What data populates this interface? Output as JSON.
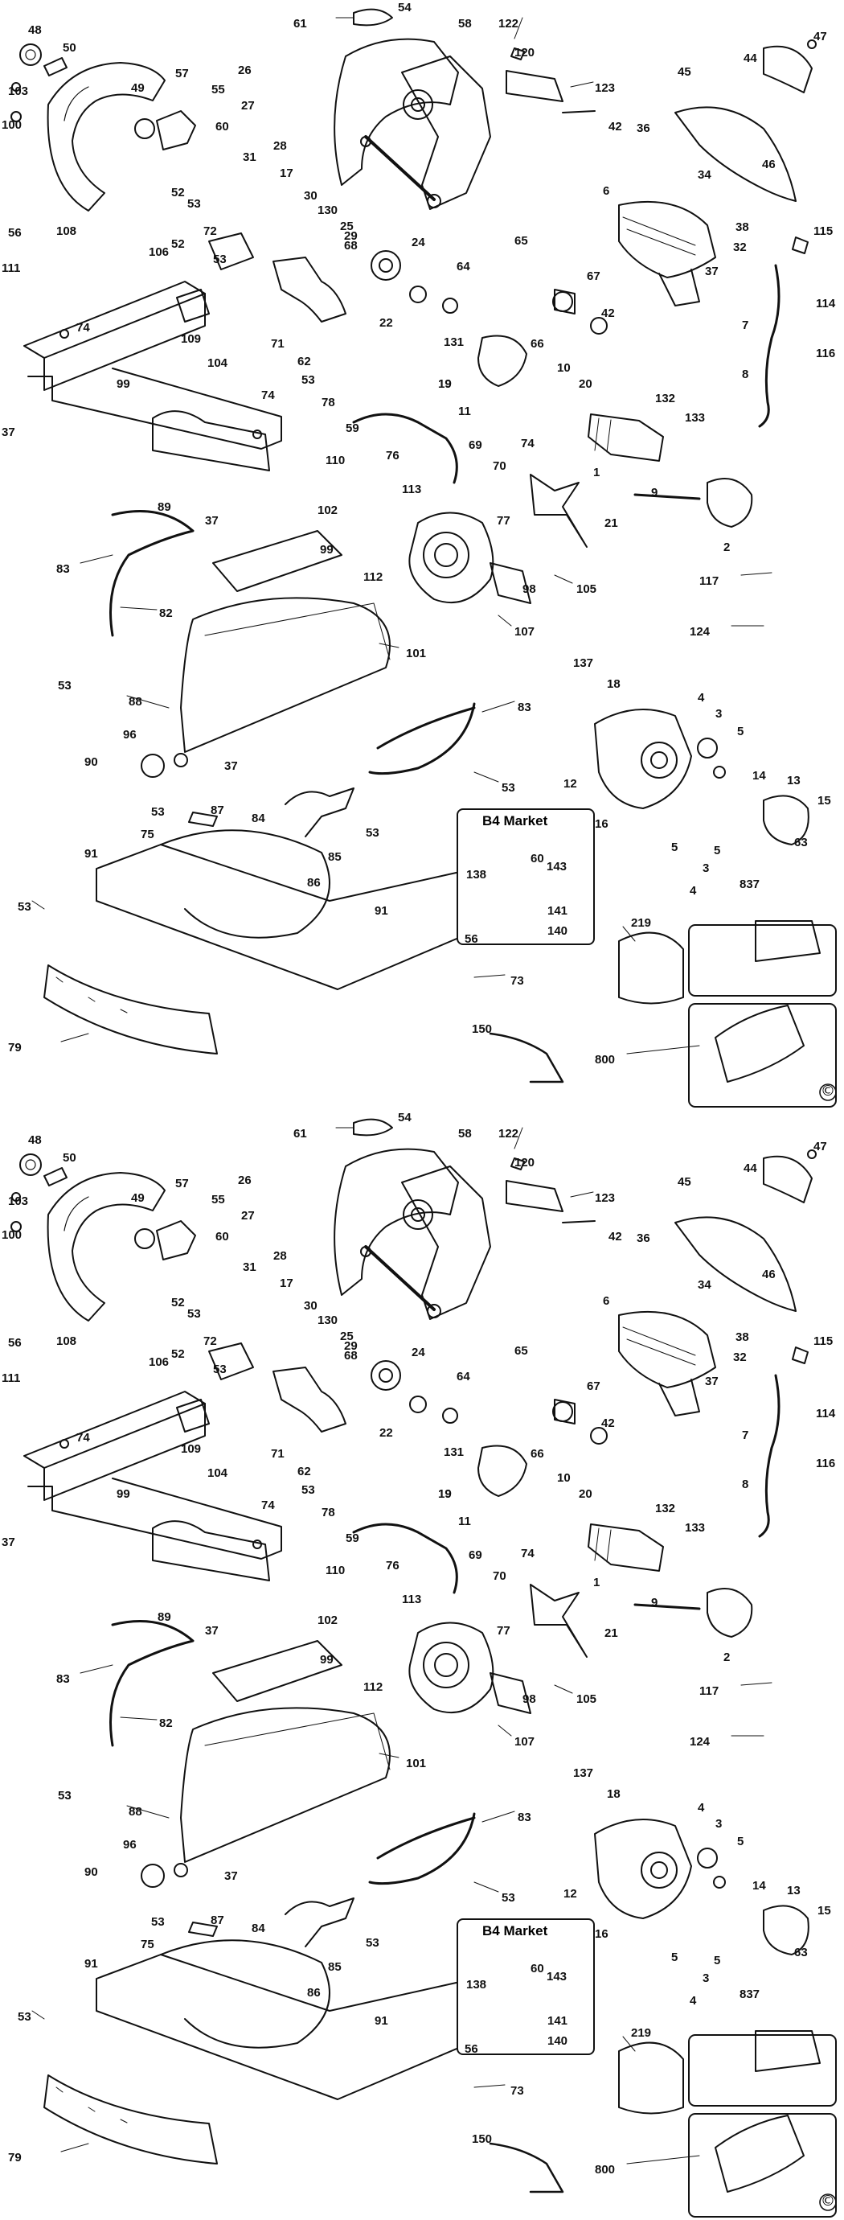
{
  "inset": {
    "title": "B4 Market"
  },
  "copyright": "©",
  "labels": [
    "1",
    "2",
    "3",
    "4",
    "5",
    "6",
    "7",
    "8",
    "9",
    "10",
    "11",
    "12",
    "13",
    "14",
    "15",
    "16",
    "17",
    "18",
    "19",
    "20",
    "21",
    "22",
    "24",
    "25",
    "26",
    "27",
    "28",
    "29",
    "30",
    "31",
    "32",
    "34",
    "36",
    "37",
    "38",
    "42",
    "44",
    "45",
    "46",
    "47",
    "48",
    "49",
    "50",
    "52",
    "53",
    "54",
    "55",
    "56",
    "57",
    "58",
    "59",
    "60",
    "61",
    "62",
    "63",
    "64",
    "65",
    "66",
    "67",
    "68",
    "69",
    "70",
    "71",
    "72",
    "73",
    "74",
    "75",
    "76",
    "77",
    "78",
    "79",
    "82",
    "83",
    "84",
    "85",
    "86",
    "87",
    "88",
    "89",
    "90",
    "91",
    "96",
    "98",
    "99",
    "100",
    "101",
    "102",
    "103",
    "104",
    "105",
    "106",
    "107",
    "108",
    "109",
    "110",
    "111",
    "112",
    "113",
    "114",
    "115",
    "116",
    "117",
    "120",
    "122",
    "123",
    "124",
    "130",
    "131",
    "132",
    "133",
    "137",
    "138",
    "140",
    "141",
    "143",
    "150",
    "219",
    "800",
    "837"
  ]
}
